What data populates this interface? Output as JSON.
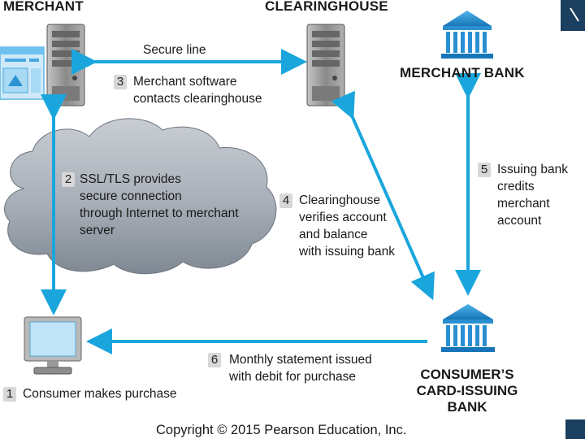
{
  "labels": {
    "merchant": "MERCHANT",
    "clearinghouse": "CLEARINGHOUSE",
    "merchant_bank": "MERCHANT BANK",
    "consumer_bank": [
      "CONSUMER’S",
      "CARD-ISSUING",
      "BANK"
    ]
  },
  "secure_line": "Secure line",
  "steps": [
    {
      "num": "1",
      "lines": [
        "Consumer makes purchase"
      ]
    },
    {
      "num": "2",
      "lines": [
        "SSL/TLS provides",
        "secure connection",
        "through Internet to merchant",
        "server"
      ]
    },
    {
      "num": "3",
      "lines": [
        "Merchant software",
        "contacts clearinghouse"
      ]
    },
    {
      "num": "4",
      "lines": [
        "Clearinghouse",
        "verifies account",
        "and balance",
        "with issuing bank"
      ]
    },
    {
      "num": "5",
      "lines": [
        "Issuing bank",
        "credits",
        "merchant",
        "account"
      ]
    },
    {
      "num": "6",
      "lines": [
        "Monthly statement issued",
        "with debit for purchase"
      ]
    }
  ],
  "copyright": "Copyright © 2015 Pearson Education, Inc.",
  "colors": {
    "arrow": "#1aa6dc",
    "cloud": "#8e97a3",
    "server": "#9a9a9a",
    "bank": "#1f8fcf"
  }
}
